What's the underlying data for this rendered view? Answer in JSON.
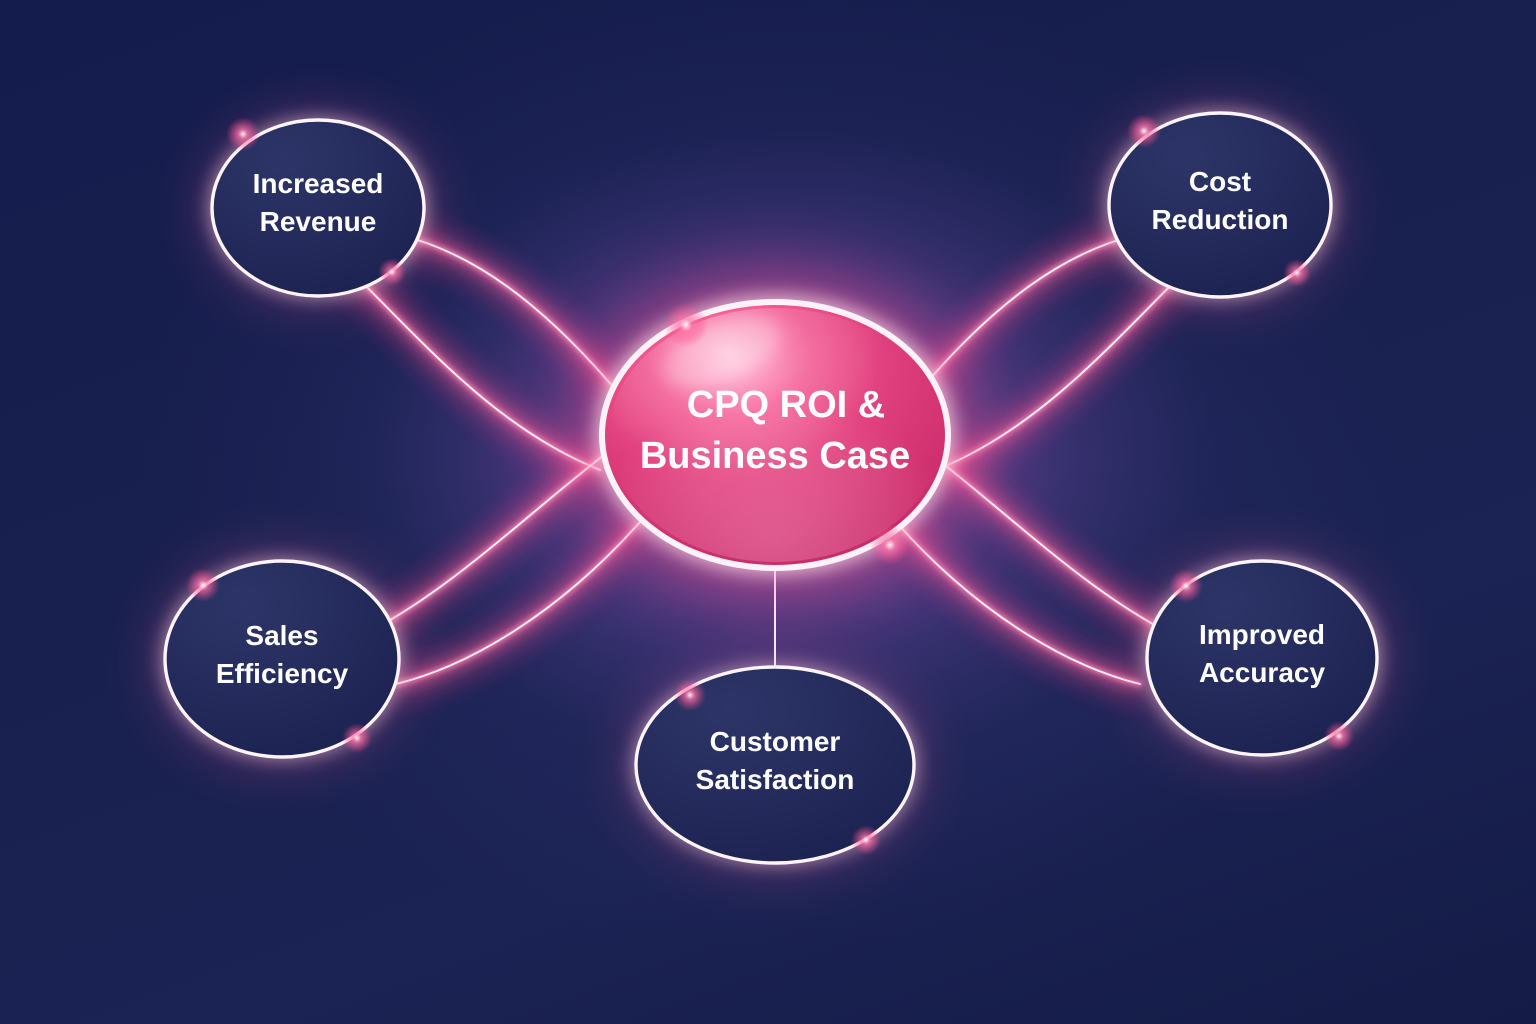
{
  "diagram": {
    "type": "hub-and-spoke",
    "title": "CPQ ROI & Business Case",
    "background_color": "#141c4d",
    "accent_color": "#f0497f",
    "node_fill_color": "#232a5c",
    "hub_fill_color": "#e03f7d",
    "ring_color": "#ffffff",
    "hub": {
      "label_line1": "CPQ ROI &",
      "label_line2": "Business Case",
      "full_label": "CPQ ROI & Business Case"
    },
    "nodes": [
      {
        "id": "increased-revenue",
        "full_label": "Increased Revenue",
        "label_line1": "Increased",
        "label_line2": "Revenue",
        "position": "top-left"
      },
      {
        "id": "cost-reduction",
        "full_label": "Cost Reduction",
        "label_line1": "Cost",
        "label_line2": "Reduction",
        "position": "top-right"
      },
      {
        "id": "sales-efficiency",
        "full_label": "Sales Efficiency",
        "label_line1": "Sales",
        "label_line2": "Efficiency",
        "position": "bottom-left"
      },
      {
        "id": "improved-accuracy",
        "full_label": "Improved Accuracy",
        "label_line1": "Improved",
        "label_line2": "Accuracy",
        "position": "bottom-right"
      },
      {
        "id": "customer-satisfaction",
        "full_label": "Customer Satisfaction",
        "label_line1": "Customer",
        "label_line2": "Satisfaction",
        "position": "bottom-center"
      }
    ],
    "connectors": [
      {
        "from": "hub",
        "to": "increased-revenue",
        "style": "curved-petal"
      },
      {
        "from": "hub",
        "to": "cost-reduction",
        "style": "curved-petal"
      },
      {
        "from": "hub",
        "to": "sales-efficiency",
        "style": "curved-petal"
      },
      {
        "from": "hub",
        "to": "improved-accuracy",
        "style": "curved-petal"
      },
      {
        "from": "hub",
        "to": "customer-satisfaction",
        "style": "straight-line"
      }
    ]
  }
}
